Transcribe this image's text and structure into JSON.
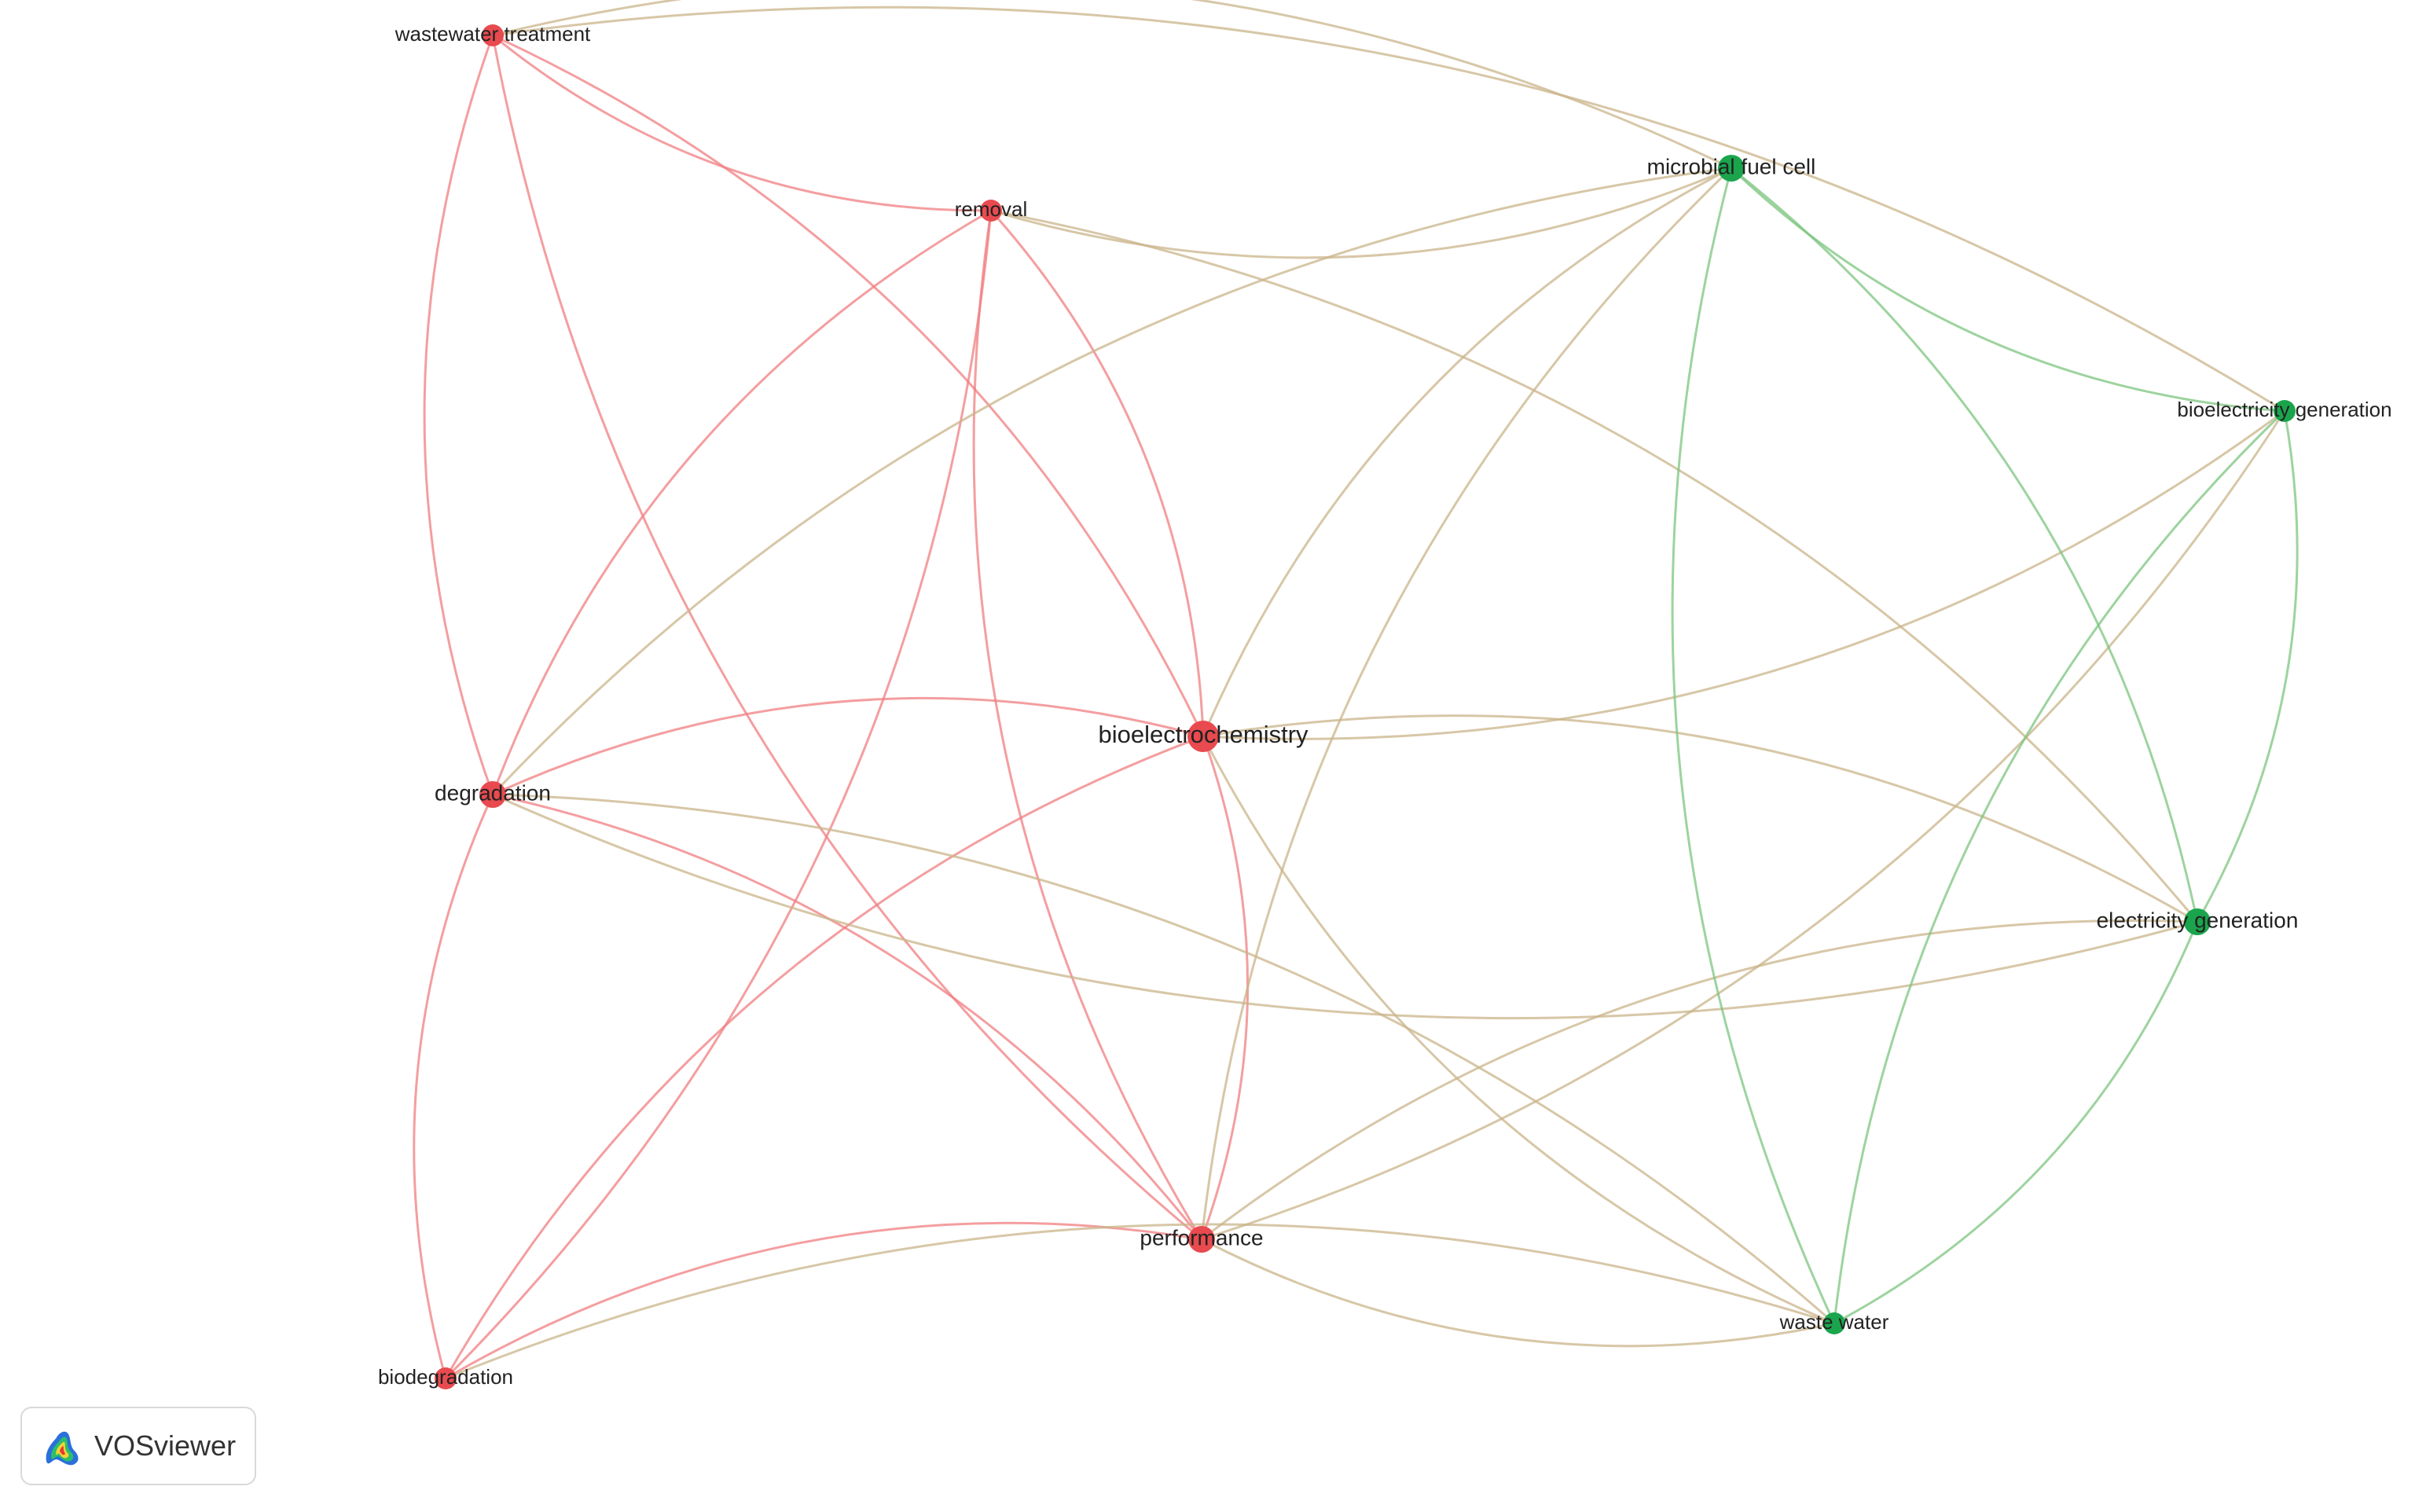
{
  "brand": {
    "name": "VOSviewer",
    "logo_icon": "vosviewer-logo-icon"
  },
  "colors": {
    "cluster_red": "#e84a4f",
    "cluster_green": "#1aa54d",
    "edge_red": "#f07d80",
    "edge_green": "#7cc47f",
    "edge_mixed": "#c9b48a"
  },
  "nodes": [
    {
      "id": "wastewater-treatment",
      "label": "wastewater treatment",
      "cluster": "red",
      "weight": 1
    },
    {
      "id": "removal",
      "label": "removal",
      "cluster": "red",
      "weight": 1
    },
    {
      "id": "bioelectrochemistry",
      "label": "bioelectrochemistry",
      "cluster": "red",
      "weight": 3
    },
    {
      "id": "degradation",
      "label": "degradation",
      "cluster": "red",
      "weight": 2
    },
    {
      "id": "performance",
      "label": "performance",
      "cluster": "red",
      "weight": 2
    },
    {
      "id": "biodegradation",
      "label": "biodegradation",
      "cluster": "red",
      "weight": 1
    },
    {
      "id": "microbial-fuel-cell",
      "label": "microbial fuel cell",
      "cluster": "green",
      "weight": 2
    },
    {
      "id": "bioelectricity-generation",
      "label": "bioelectricity generation",
      "cluster": "green",
      "weight": 1
    },
    {
      "id": "electricity-generation",
      "label": "electricity generation",
      "cluster": "green",
      "weight": 2
    },
    {
      "id": "waste-water",
      "label": "waste water",
      "cluster": "green",
      "weight": 1
    }
  ],
  "links": [
    [
      "wastewater-treatment",
      "removal"
    ],
    [
      "wastewater-treatment",
      "bioelectrochemistry"
    ],
    [
      "wastewater-treatment",
      "degradation"
    ],
    [
      "wastewater-treatment",
      "microbial-fuel-cell"
    ],
    [
      "wastewater-treatment",
      "performance"
    ],
    [
      "wastewater-treatment",
      "bioelectricity-generation"
    ],
    [
      "removal",
      "degradation"
    ],
    [
      "removal",
      "bioelectrochemistry"
    ],
    [
      "removal",
      "performance"
    ],
    [
      "removal",
      "biodegradation"
    ],
    [
      "removal",
      "microbial-fuel-cell"
    ],
    [
      "removal",
      "electricity-generation"
    ],
    [
      "bioelectrochemistry",
      "degradation"
    ],
    [
      "bioelectrochemistry",
      "performance"
    ],
    [
      "bioelectrochemistry",
      "biodegradation"
    ],
    [
      "bioelectrochemistry",
      "microbial-fuel-cell"
    ],
    [
      "bioelectrochemistry",
      "bioelectricity-generation"
    ],
    [
      "bioelectrochemistry",
      "electricity-generation"
    ],
    [
      "bioelectrochemistry",
      "waste-water"
    ],
    [
      "degradation",
      "performance"
    ],
    [
      "degradation",
      "biodegradation"
    ],
    [
      "degradation",
      "microbial-fuel-cell"
    ],
    [
      "degradation",
      "electricity-generation"
    ],
    [
      "degradation",
      "waste-water"
    ],
    [
      "performance",
      "biodegradation"
    ],
    [
      "performance",
      "microbial-fuel-cell"
    ],
    [
      "performance",
      "bioelectricity-generation"
    ],
    [
      "performance",
      "electricity-generation"
    ],
    [
      "performance",
      "waste-water"
    ],
    [
      "biodegradation",
      "waste-water"
    ],
    [
      "microbial-fuel-cell",
      "bioelectricity-generation"
    ],
    [
      "microbial-fuel-cell",
      "electricity-generation"
    ],
    [
      "microbial-fuel-cell",
      "waste-water"
    ],
    [
      "bioelectricity-generation",
      "electricity-generation"
    ],
    [
      "bioelectricity-generation",
      "waste-water"
    ],
    [
      "electricity-generation",
      "waste-water"
    ]
  ]
}
